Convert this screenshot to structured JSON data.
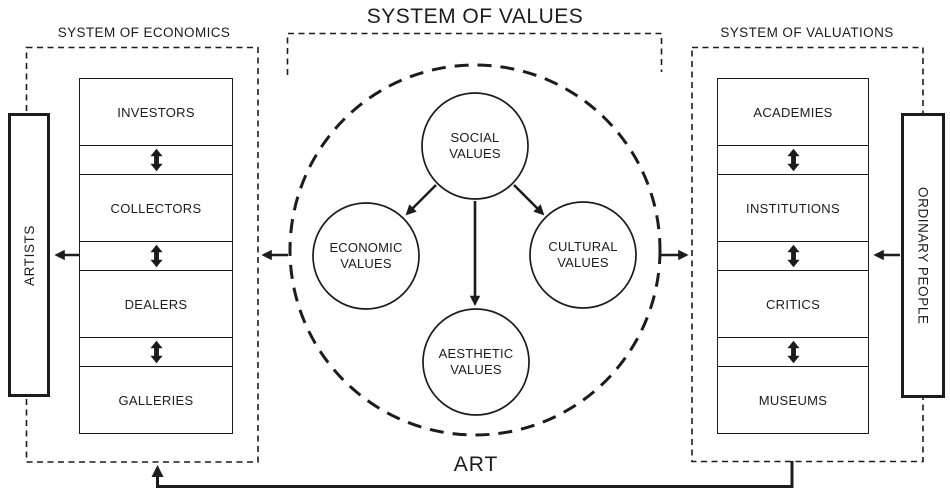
{
  "title": "SYSTEM OF VALUES",
  "art_label": "ART",
  "left_system": {
    "title": "SYSTEM OF ECONOMICS",
    "side_label": "ARTISTS",
    "boxes": [
      "INVESTORS",
      "COLLECTORS",
      "DEALERS",
      "GALLERIES"
    ]
  },
  "right_system": {
    "title": "SYSTEM OF VALUATIONS",
    "side_label": "ORDINARY PEOPLE",
    "boxes": [
      "ACADEMIES",
      "INSTITUTIONS",
      "CRITICS",
      "MUSEUMS"
    ]
  },
  "values": {
    "social": "SOCIAL\nVALUES",
    "economic": "ECONOMIC\nVALUES",
    "cultural": "CULTURAL\nVALUES",
    "aesthetic": "AESTHETIC\nVALUES"
  },
  "icons": {
    "exchange": "double-arrow-vertical-icon"
  },
  "colors": {
    "ink": "#1c1c1c",
    "background": "#ffffff"
  }
}
